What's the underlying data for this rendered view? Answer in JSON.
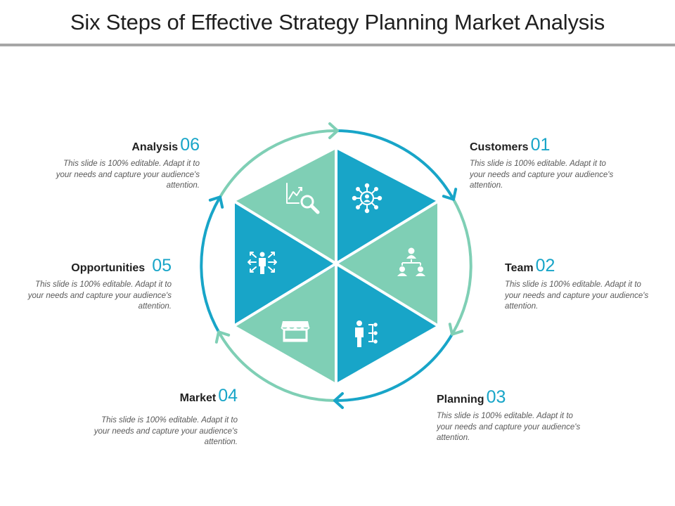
{
  "title": "Six Steps of Effective Strategy Planning Market Analysis",
  "colors": {
    "teal_dark": "#18a5c8",
    "teal_light": "#7fcfb5",
    "title_rule": "#a6a6a6"
  },
  "steps": [
    {
      "name": "Customers",
      "number": "01",
      "icon": "network-user-icon",
      "text": "This slide is 100% editable. Adapt it to your needs and capture your audience's attention."
    },
    {
      "name": "Team",
      "number": "02",
      "icon": "org-chart-icon",
      "text": "This slide is 100% editable. Adapt it to your needs and capture your audience's attention."
    },
    {
      "name": "Planning",
      "number": "03",
      "icon": "person-flow-icon",
      "text": "This slide is 100% editable. Adapt it to your needs and capture your audience's attention."
    },
    {
      "name": "Market",
      "number": "04",
      "icon": "storefront-icon",
      "text": "This slide is 100% editable. Adapt it to your needs and capture your audience's attention."
    },
    {
      "name": "Opportunities",
      "number": "05",
      "icon": "person-arrows-icon",
      "text": "This slide is 100% editable. Adapt it to your needs and capture your audience's attention."
    },
    {
      "name": "Analysis",
      "number": "06",
      "icon": "chart-search-icon",
      "text": "This slide is 100% editable. Adapt it to your needs and capture your audience's attention."
    }
  ]
}
